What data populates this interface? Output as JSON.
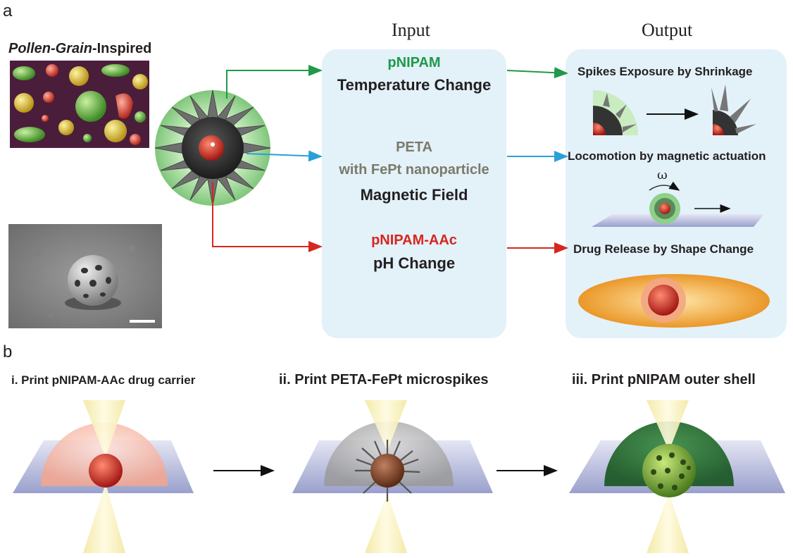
{
  "panel_a": {
    "letter": "a",
    "inspiration_label_italic": "Pollen-Grain",
    "inspiration_label_rest": "-Inspired",
    "input_title": "Input",
    "output_title": "Output",
    "inputs": {
      "green_material": "pNIPAM",
      "green_stimulus": "Temperature Change",
      "gray_material_line1": "PETA",
      "gray_material_line2": "with FePt nanoparticle",
      "gray_stimulus": "Magnetic Field",
      "red_material": "pNIPAM-AAc",
      "red_stimulus": "pH Change"
    },
    "outputs": {
      "first": "Spikes Exposure by Shrinkage",
      "second": "Locomotion by magnetic actuation",
      "omega": "ω",
      "third": "Drug Release by Shape Change"
    }
  },
  "panel_b": {
    "letter": "b",
    "steps": [
      {
        "label": "i. Print pNIPAM-AAc drug carrier"
      },
      {
        "label": "ii. Print PETA-FePt microspikes"
      },
      {
        "label": "iii. Print pNIPAM outer shell"
      }
    ]
  },
  "colors": {
    "green": "#1e9a48",
    "blue": "#2aa0d8",
    "red": "#d7261f",
    "gray_text": "#7a7a6a",
    "box_fill": "#e3f1f9"
  }
}
